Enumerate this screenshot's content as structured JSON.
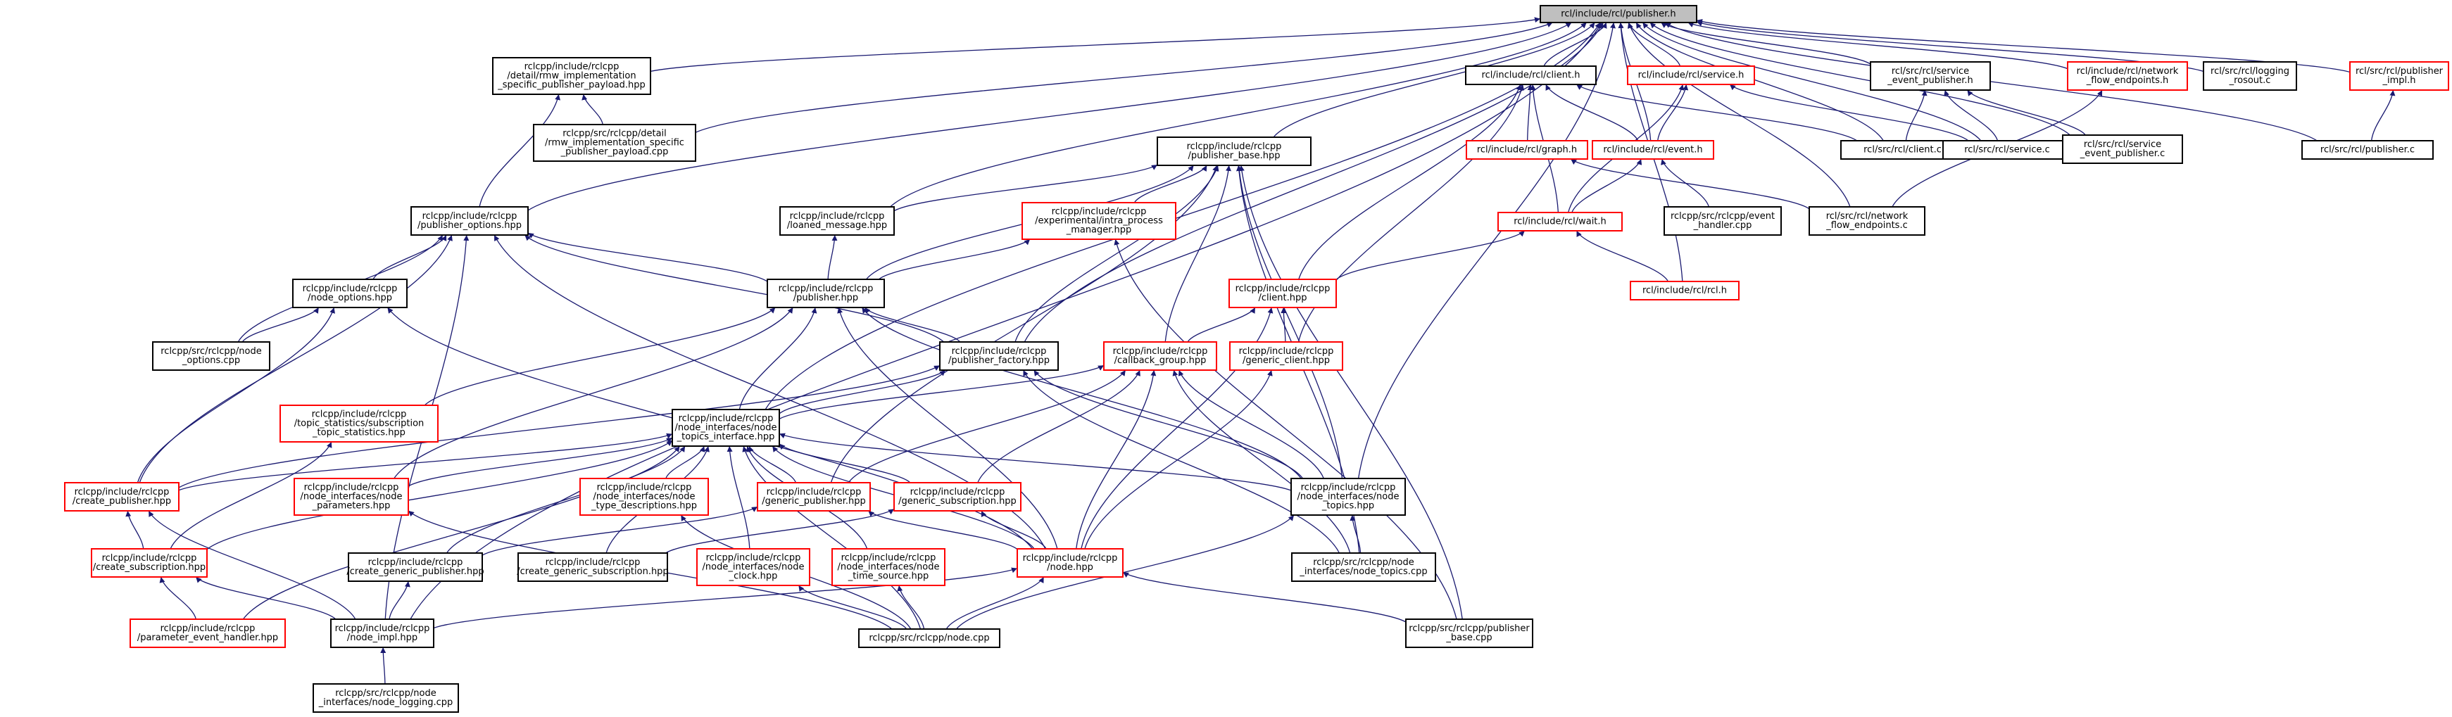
{
  "graph": {
    "nodes": [
      {
        "id": "root",
        "lines": [
          "rcl/include/rcl/publisher.h"
        ],
        "style": "root"
      },
      {
        "id": "n_rmw",
        "lines": [
          "rclcpp/include/rclcpp",
          "/detail/rmw_implementation",
          "_specific_publisher_payload.hpp"
        ],
        "style": "black"
      },
      {
        "id": "n_rmwcpp",
        "lines": [
          "rclcpp/src/rclcpp/detail",
          "/rmw_implementation_specific",
          "_publisher_payload.cpp"
        ],
        "style": "black"
      },
      {
        "id": "n_client_h",
        "lines": [
          "rcl/include/rcl/client.h"
        ],
        "style": "black"
      },
      {
        "id": "n_service_h",
        "lines": [
          "rcl/include/rcl/service.h"
        ],
        "style": "red"
      },
      {
        "id": "n_svc_evt_h",
        "lines": [
          "rcl/src/rcl/service",
          "_event_publisher.h"
        ],
        "style": "black"
      },
      {
        "id": "n_netflow_h",
        "lines": [
          "rcl/include/rcl/network",
          "_flow_endpoints.h"
        ],
        "style": "red"
      },
      {
        "id": "n_rosout_c",
        "lines": [
          "rcl/src/rcl/logging",
          "_rosout.c"
        ],
        "style": "black"
      },
      {
        "id": "n_pubimpl_h",
        "lines": [
          "rcl/src/rcl/publisher",
          "_impl.h"
        ],
        "style": "red"
      },
      {
        "id": "n_pubbase_hpp",
        "lines": [
          "rclcpp/include/rclcpp",
          "/publisher_base.hpp"
        ],
        "style": "black"
      },
      {
        "id": "n_graph_h",
        "lines": [
          "rcl/include/rcl/graph.h"
        ],
        "style": "red"
      },
      {
        "id": "n_event_h",
        "lines": [
          "rcl/include/rcl/event.h"
        ],
        "style": "red"
      },
      {
        "id": "n_client_c",
        "lines": [
          "rcl/src/rcl/client.c"
        ],
        "style": "black"
      },
      {
        "id": "n_service_c",
        "lines": [
          "rcl/src/rcl/service.c"
        ],
        "style": "black"
      },
      {
        "id": "n_svc_evt_c",
        "lines": [
          "rcl/src/rcl/service",
          "_event_publisher.c"
        ],
        "style": "black"
      },
      {
        "id": "n_publisher_c",
        "lines": [
          "rcl/src/rcl/publisher.c"
        ],
        "style": "black"
      },
      {
        "id": "n_puboptions",
        "lines": [
          "rclcpp/include/rclcpp",
          "/publisher_options.hpp"
        ],
        "style": "black"
      },
      {
        "id": "n_loaned",
        "lines": [
          "rclcpp/include/rclcpp",
          "/loaned_message.hpp"
        ],
        "style": "black"
      },
      {
        "id": "n_intra",
        "lines": [
          "rclcpp/include/rclcpp",
          "/experimental/intra_process",
          "_manager.hpp"
        ],
        "style": "red"
      },
      {
        "id": "n_wait_h",
        "lines": [
          "rcl/include/rcl/wait.h"
        ],
        "style": "red"
      },
      {
        "id": "n_evthandler",
        "lines": [
          "rclcpp/src/rclcpp/event",
          "_handler.cpp"
        ],
        "style": "black"
      },
      {
        "id": "n_netflow_c",
        "lines": [
          "rcl/src/rcl/network",
          "_flow_endpoints.c"
        ],
        "style": "black"
      },
      {
        "id": "n_nodeoptions_hpp",
        "lines": [
          "rclcpp/include/rclcpp",
          "/node_options.hpp"
        ],
        "style": "black"
      },
      {
        "id": "n_publisher_hpp",
        "lines": [
          "rclcpp/include/rclcpp",
          "/publisher.hpp"
        ],
        "style": "black"
      },
      {
        "id": "n_rcl_h",
        "lines": [
          "rcl/include/rcl/rcl.h"
        ],
        "style": "red"
      },
      {
        "id": "n_client_hpp",
        "lines": [
          "rclcpp/include/rclcpp",
          "/client.hpp"
        ],
        "style": "red"
      },
      {
        "id": "n_nodeoptions_cpp",
        "lines": [
          "rclcpp/src/rclcpp/node",
          "_options.cpp"
        ],
        "style": "black"
      },
      {
        "id": "n_pubfactory",
        "lines": [
          "rclcpp/include/rclcpp",
          "/publisher_factory.hpp"
        ],
        "style": "black"
      },
      {
        "id": "n_cbgroup",
        "lines": [
          "rclcpp/include/rclcpp",
          "/callback_group.hpp"
        ],
        "style": "red"
      },
      {
        "id": "n_genclient",
        "lines": [
          "rclcpp/include/rclcpp",
          "/generic_client.hpp"
        ],
        "style": "red"
      },
      {
        "id": "n_topicstats",
        "lines": [
          "rclcpp/include/rclcpp",
          "/topic_statistics/subscription",
          "_topic_statistics.hpp"
        ],
        "style": "red"
      },
      {
        "id": "n_topicsif",
        "lines": [
          "rclcpp/include/rclcpp",
          "/node_interfaces/node",
          "_topics_interface.hpp"
        ],
        "style": "black"
      },
      {
        "id": "n_createpub",
        "lines": [
          "rclcpp/include/rclcpp",
          "/create_publisher.hpp"
        ],
        "style": "red"
      },
      {
        "id": "n_nodeparams",
        "lines": [
          "rclcpp/include/rclcpp",
          "/node_interfaces/node",
          "_parameters.hpp"
        ],
        "style": "red"
      },
      {
        "id": "n_typedesc",
        "lines": [
          "rclcpp/include/rclcpp",
          "/node_interfaces/node",
          "_type_descriptions.hpp"
        ],
        "style": "red"
      },
      {
        "id": "n_genpub",
        "lines": [
          "rclcpp/include/rclcpp",
          "/generic_publisher.hpp"
        ],
        "style": "red"
      },
      {
        "id": "n_gensub",
        "lines": [
          "rclcpp/include/rclcpp",
          "/generic_subscription.hpp"
        ],
        "style": "red"
      },
      {
        "id": "n_nodetopics_hpp",
        "lines": [
          "rclcpp/include/rclcpp",
          "/node_interfaces/node",
          "_topics.hpp"
        ],
        "style": "black"
      },
      {
        "id": "n_createsub",
        "lines": [
          "rclcpp/include/rclcpp",
          "/create_subscription.hpp"
        ],
        "style": "red"
      },
      {
        "id": "n_creategenpub",
        "lines": [
          "rclcpp/include/rclcpp",
          "/create_generic_publisher.hpp"
        ],
        "style": "black"
      },
      {
        "id": "n_creategensub",
        "lines": [
          "rclcpp/include/rclcpp",
          "/create_generic_subscription.hpp"
        ],
        "style": "black"
      },
      {
        "id": "n_nodeclock",
        "lines": [
          "rclcpp/include/rclcpp",
          "/node_interfaces/node",
          "_clock.hpp"
        ],
        "style": "red"
      },
      {
        "id": "n_timesource",
        "lines": [
          "rclcpp/include/rclcpp",
          "/node_interfaces/node",
          "_time_source.hpp"
        ],
        "style": "red"
      },
      {
        "id": "n_node_hpp",
        "lines": [
          "rclcpp/include/rclcpp",
          "/node.hpp"
        ],
        "style": "red"
      },
      {
        "id": "n_nodetopics_cpp",
        "lines": [
          "rclcpp/src/rclcpp/node",
          "_interfaces/node_topics.cpp"
        ],
        "style": "black"
      },
      {
        "id": "n_paramevt",
        "lines": [
          "rclcpp/include/rclcpp",
          "/parameter_event_handler.hpp"
        ],
        "style": "red"
      },
      {
        "id": "n_nodeimpl",
        "lines": [
          "rclcpp/include/rclcpp",
          "/node_impl.hpp"
        ],
        "style": "black"
      },
      {
        "id": "n_node_cpp",
        "lines": [
          "rclcpp/src/rclcpp/node.cpp"
        ],
        "style": "black"
      },
      {
        "id": "n_pubbase_cpp",
        "lines": [
          "rclcpp/src/rclcpp/publisher",
          "_base.cpp"
        ],
        "style": "black"
      },
      {
        "id": "n_nodelogging",
        "lines": [
          "rclcpp/src/rclcpp/node",
          "_interfaces/node_logging.cpp"
        ],
        "style": "black"
      }
    ],
    "edges": [
      [
        "root",
        "n_rmw"
      ],
      [
        "root",
        "n_rmwcpp"
      ],
      [
        "root",
        "n_client_h"
      ],
      [
        "root",
        "n_service_h"
      ],
      [
        "root",
        "n_svc_evt_h"
      ],
      [
        "root",
        "n_netflow_h"
      ],
      [
        "root",
        "n_rosout_c"
      ],
      [
        "root",
        "n_pubimpl_h"
      ],
      [
        "root",
        "n_pubbase_hpp"
      ],
      [
        "root",
        "n_event_h"
      ],
      [
        "root",
        "n_client_c"
      ],
      [
        "root",
        "n_service_c"
      ],
      [
        "root",
        "n_svc_evt_c"
      ],
      [
        "root",
        "n_publisher_c"
      ],
      [
        "root",
        "n_puboptions"
      ],
      [
        "root",
        "n_loaned"
      ],
      [
        "root",
        "n_netflow_c"
      ],
      [
        "root",
        "n_rcl_h"
      ],
      [
        "root",
        "n_pubfactory"
      ],
      [
        "root",
        "n_topicsif"
      ],
      [
        "root",
        "n_nodetopics_hpp"
      ],
      [
        "root",
        "n_nodeimpl"
      ],
      [
        "n_rmw",
        "n_rmwcpp"
      ],
      [
        "n_rmw",
        "n_puboptions"
      ],
      [
        "n_client_h",
        "n_graph_h"
      ],
      [
        "n_client_h",
        "n_event_h"
      ],
      [
        "n_client_h",
        "n_client_c"
      ],
      [
        "n_client_h",
        "n_wait_h"
      ],
      [
        "n_client_h",
        "n_client_hpp"
      ],
      [
        "n_client_h",
        "n_genclient"
      ],
      [
        "n_service_h",
        "n_event_h"
      ],
      [
        "n_service_h",
        "n_service_c"
      ],
      [
        "n_service_h",
        "n_wait_h"
      ],
      [
        "n_svc_evt_h",
        "n_client_c"
      ],
      [
        "n_svc_evt_h",
        "n_service_c"
      ],
      [
        "n_svc_evt_h",
        "n_svc_evt_c"
      ],
      [
        "n_netflow_h",
        "n_netflow_c"
      ],
      [
        "n_pubimpl_h",
        "n_publisher_c"
      ],
      [
        "n_graph_h",
        "n_netflow_c"
      ],
      [
        "n_event_h",
        "n_evthandler"
      ],
      [
        "n_event_h",
        "n_wait_h"
      ],
      [
        "n_wait_h",
        "n_rcl_h"
      ],
      [
        "n_wait_h",
        "n_client_hpp"
      ],
      [
        "n_pubbase_hpp",
        "n_loaned"
      ],
      [
        "n_pubbase_hpp",
        "n_intra"
      ],
      [
        "n_pubbase_hpp",
        "n_publisher_hpp"
      ],
      [
        "n_pubbase_hpp",
        "n_pubfactory"
      ],
      [
        "n_pubbase_hpp",
        "n_cbgroup"
      ],
      [
        "n_pubbase_hpp",
        "n_genpub"
      ],
      [
        "n_pubbase_hpp",
        "n_nodetopics_hpp"
      ],
      [
        "n_pubbase_hpp",
        "n_nodetopics_cpp"
      ],
      [
        "n_pubbase_hpp",
        "n_pubbase_cpp"
      ],
      [
        "n_intra",
        "n_publisher_hpp"
      ],
      [
        "n_intra",
        "n_pubbase_cpp"
      ],
      [
        "n_loaned",
        "n_publisher_hpp"
      ],
      [
        "n_puboptions",
        "n_nodeoptions_hpp"
      ],
      [
        "n_puboptions",
        "n_nodeoptions_cpp"
      ],
      [
        "n_puboptions",
        "n_publisher_hpp"
      ],
      [
        "n_puboptions",
        "n_pubfactory"
      ],
      [
        "n_puboptions",
        "n_createpub"
      ],
      [
        "n_puboptions",
        "n_node_hpp"
      ],
      [
        "n_puboptions",
        "n_nodeimpl"
      ],
      [
        "n_nodeoptions_hpp",
        "n_nodeoptions_cpp"
      ],
      [
        "n_nodeoptions_hpp",
        "n_createpub"
      ],
      [
        "n_nodeoptions_hpp",
        "n_node_hpp"
      ],
      [
        "n_publisher_hpp",
        "n_pubfactory"
      ],
      [
        "n_publisher_hpp",
        "n_topicstats"
      ],
      [
        "n_publisher_hpp",
        "n_topicsif"
      ],
      [
        "n_publisher_hpp",
        "n_nodeparams"
      ],
      [
        "n_publisher_hpp",
        "n_nodetopics_hpp"
      ],
      [
        "n_publisher_hpp",
        "n_node_hpp"
      ],
      [
        "n_client_hpp",
        "n_cbgroup"
      ],
      [
        "n_client_hpp",
        "n_genclient"
      ],
      [
        "n_client_hpp",
        "n_node_hpp"
      ],
      [
        "n_pubfactory",
        "n_topicsif"
      ],
      [
        "n_pubfactory",
        "n_createpub"
      ],
      [
        "n_pubfactory",
        "n_nodetopics_hpp"
      ],
      [
        "n_pubfactory",
        "n_nodetopics_cpp"
      ],
      [
        "n_cbgroup",
        "n_topicsif"
      ],
      [
        "n_cbgroup",
        "n_genpub"
      ],
      [
        "n_cbgroup",
        "n_gensub"
      ],
      [
        "n_cbgroup",
        "n_nodetopics_hpp"
      ],
      [
        "n_cbgroup",
        "n_node_hpp"
      ],
      [
        "n_cbgroup",
        "n_nodetopics_cpp"
      ],
      [
        "n_genclient",
        "n_node_hpp"
      ],
      [
        "n_topicstats",
        "n_createsub"
      ],
      [
        "n_topicsif",
        "n_createpub"
      ],
      [
        "n_topicsif",
        "n_nodeparams"
      ],
      [
        "n_topicsif",
        "n_typedesc"
      ],
      [
        "n_topicsif",
        "n_genpub"
      ],
      [
        "n_topicsif",
        "n_gensub"
      ],
      [
        "n_topicsif",
        "n_nodetopics_hpp"
      ],
      [
        "n_topicsif",
        "n_createsub"
      ],
      [
        "n_topicsif",
        "n_creategenpub"
      ],
      [
        "n_topicsif",
        "n_creategensub"
      ],
      [
        "n_topicsif",
        "n_nodeclock"
      ],
      [
        "n_topicsif",
        "n_timesource"
      ],
      [
        "n_topicsif",
        "n_node_hpp"
      ],
      [
        "n_topicsif",
        "n_paramevt"
      ],
      [
        "n_topicsif",
        "n_node_cpp"
      ],
      [
        "n_createpub",
        "n_createsub"
      ],
      [
        "n_createpub",
        "n_nodeimpl"
      ],
      [
        "n_createsub",
        "n_paramevt"
      ],
      [
        "n_createsub",
        "n_nodeimpl"
      ],
      [
        "n_nodeparams",
        "n_node_cpp"
      ],
      [
        "n_typedesc",
        "n_node_cpp"
      ],
      [
        "n_genpub",
        "n_creategenpub"
      ],
      [
        "n_genpub",
        "n_node_hpp"
      ],
      [
        "n_gensub",
        "n_creategensub"
      ],
      [
        "n_gensub",
        "n_node_hpp"
      ],
      [
        "n_nodetopics_hpp",
        "n_nodetopics_cpp"
      ],
      [
        "n_nodetopics_hpp",
        "n_node_cpp"
      ],
      [
        "n_creategenpub",
        "n_nodeimpl"
      ],
      [
        "n_nodeclock",
        "n_node_cpp"
      ],
      [
        "n_timesource",
        "n_node_cpp"
      ],
      [
        "n_node_hpp",
        "n_nodeimpl"
      ],
      [
        "n_node_hpp",
        "n_node_cpp"
      ],
      [
        "n_node_hpp",
        "n_pubbase_cpp"
      ],
      [
        "n_nodeimpl",
        "n_nodelogging"
      ]
    ]
  }
}
